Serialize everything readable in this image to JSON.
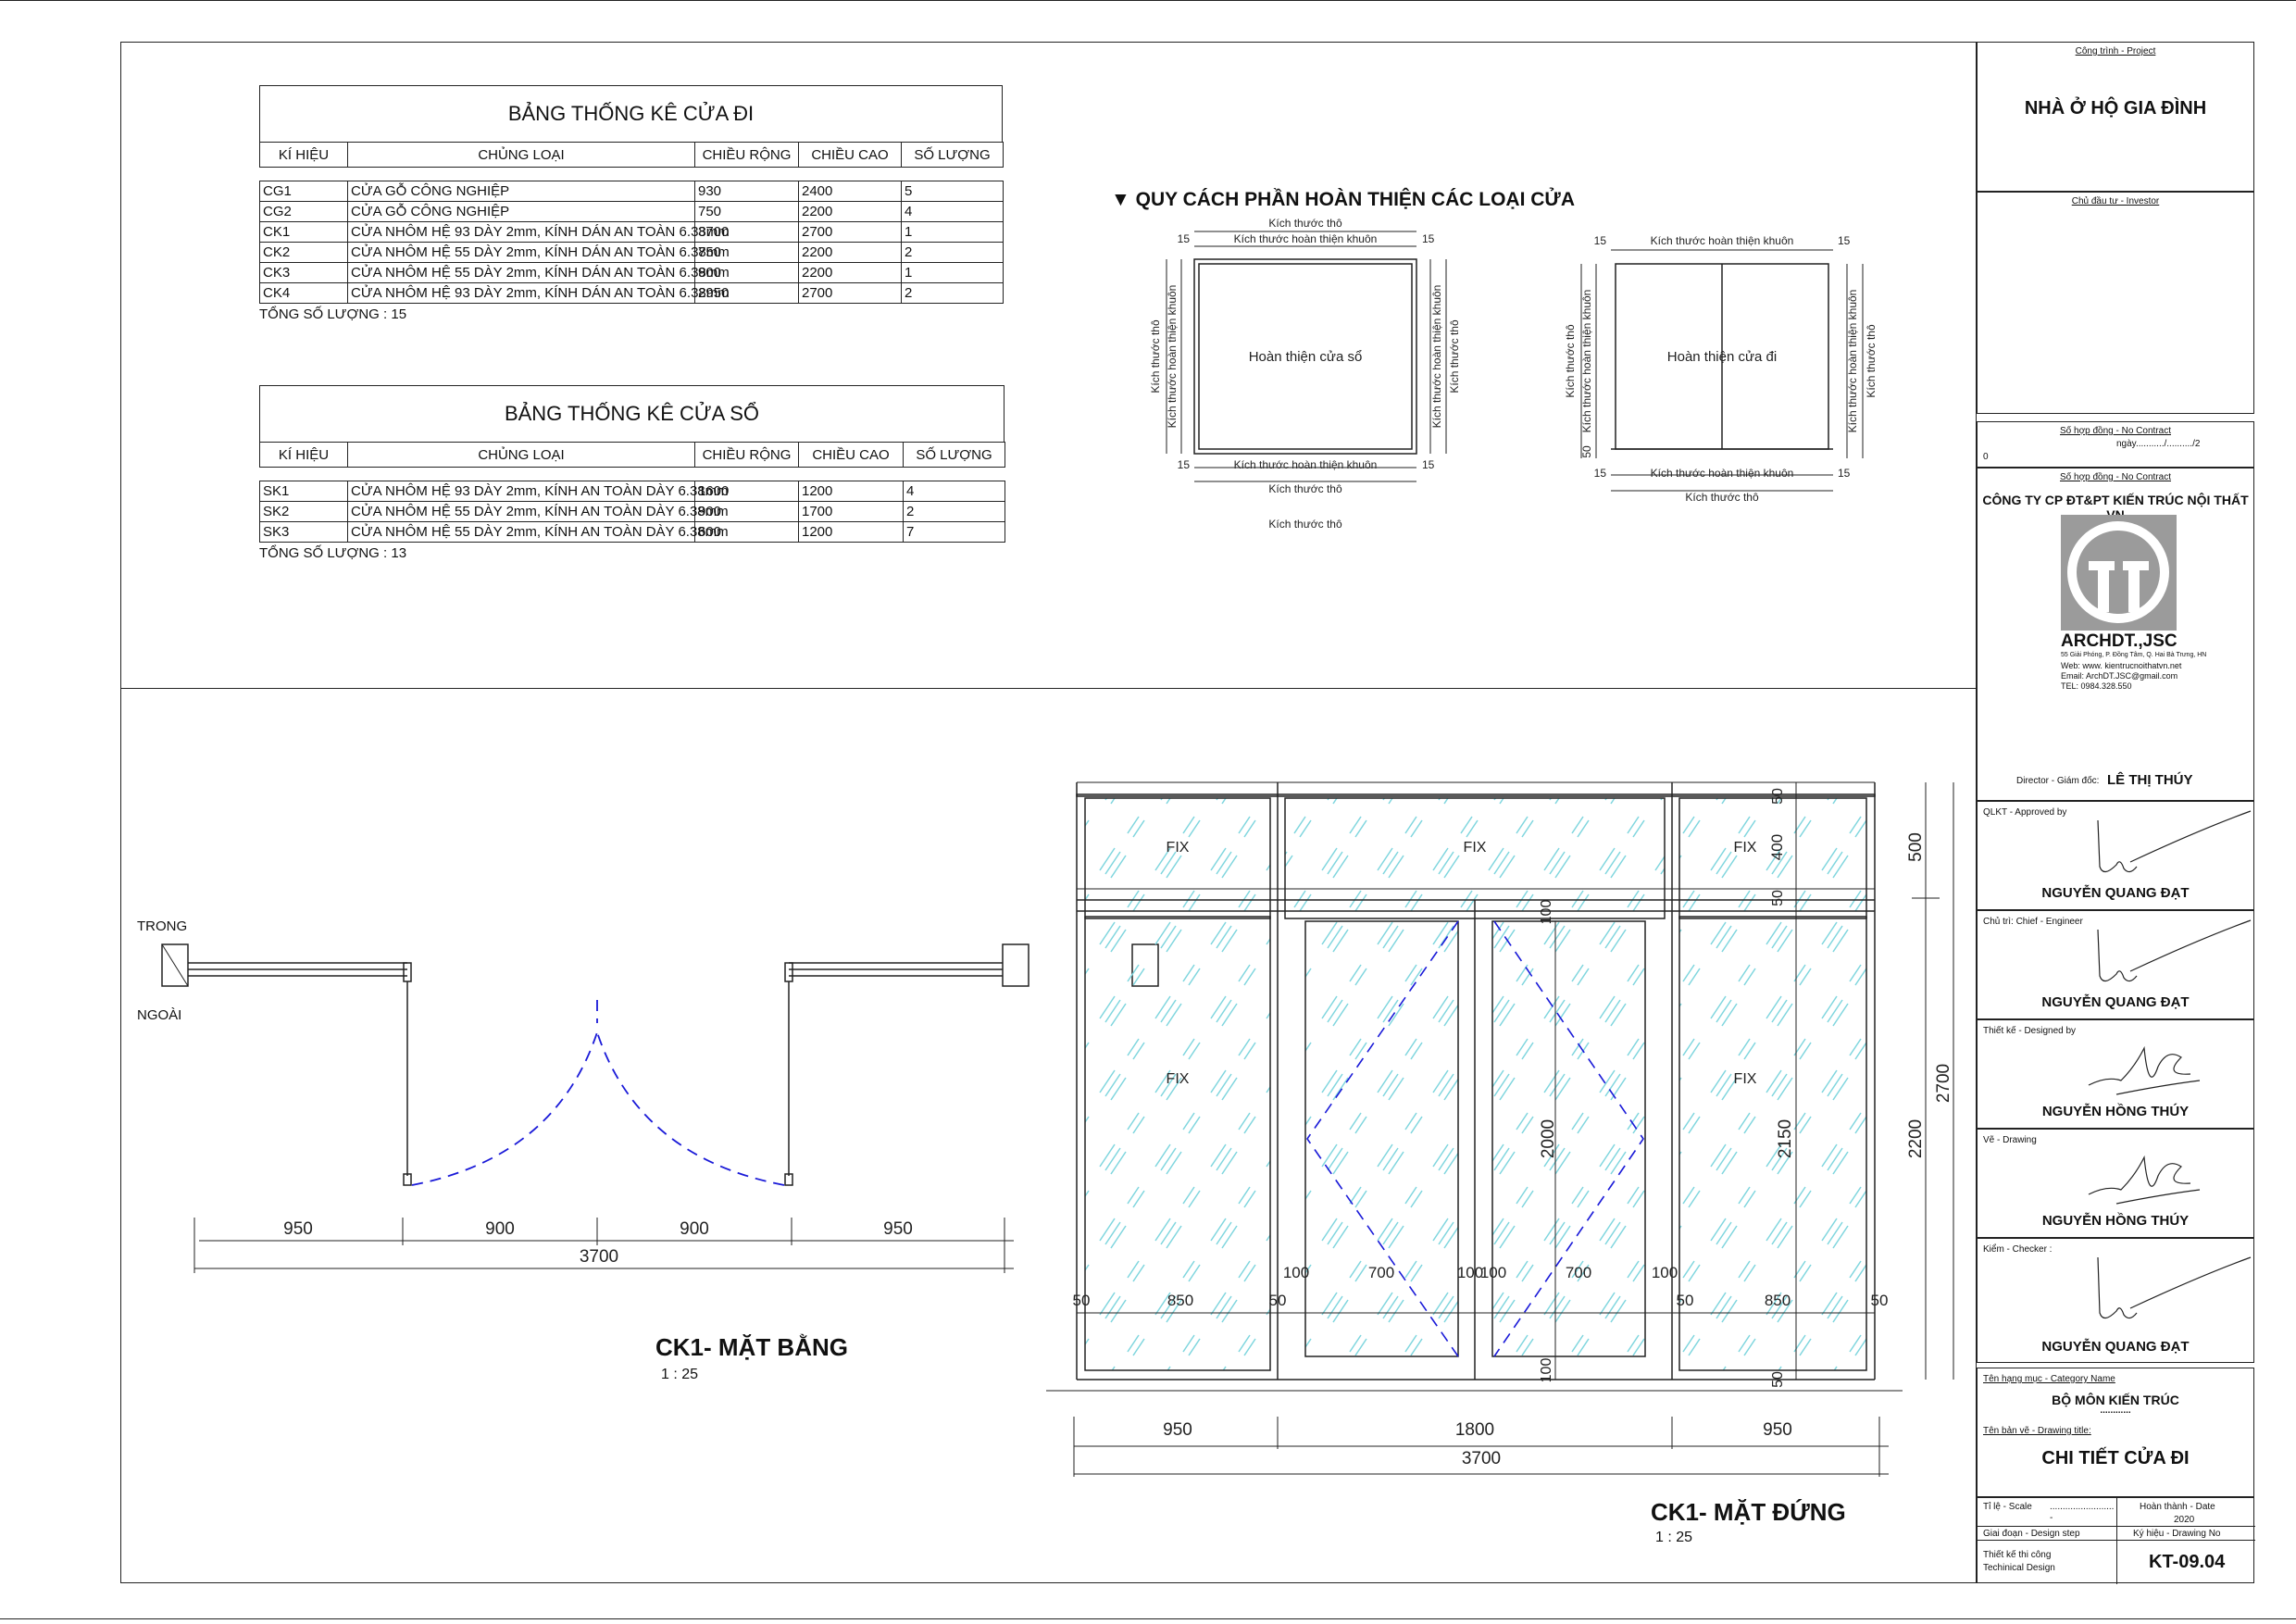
{
  "door_schedule": {
    "title": "BẢNG THỐNG KÊ CỬA ĐI",
    "headers": [
      "KÍ HIỆU",
      "CHỦNG LOẠI",
      "CHIỀU RỘNG",
      "CHIỀU CAO",
      "SỐ LƯỢNG"
    ],
    "rows": [
      [
        "CG1",
        "CỬA GỖ CÔNG NGHIỆP",
        "930",
        "2400",
        "5"
      ],
      [
        "CG2",
        "CỬA GỖ CÔNG NGHIỆP",
        "750",
        "2200",
        "4"
      ],
      [
        "CK1",
        "CỬA NHÔM HỆ 93 DÀY 2mm, KÍNH DÁN AN TOÀN 6.38mm",
        "3700",
        "2700",
        "1"
      ],
      [
        "CK2",
        "CỬA NHÔM HỆ 55 DÀY 2mm, KÍNH DÁN AN TOÀN 6.38mm",
        "750",
        "2200",
        "2"
      ],
      [
        "CK3",
        "CỬA NHÔM HỆ 55 DÀY 2mm, KÍNH DÁN AN TOÀN 6.38mm",
        "900",
        "2200",
        "1"
      ],
      [
        "CK4",
        "CỬA NHÔM HỆ 93 DÀY 2mm, KÍNH DÁN AN TOÀN 6.38mm",
        "2950",
        "2700",
        "2"
      ]
    ],
    "total": "TỔNG SỐ LƯỢNG : 15"
  },
  "window_schedule": {
    "title": "BẢNG THỐNG KÊ CỬA SỔ",
    "headers": [
      "KÍ HIỆU",
      "CHỦNG LOẠI",
      "CHIỀU RỘNG",
      "CHIỀU CAO",
      "SỐ LƯỢNG"
    ],
    "rows": [
      [
        "SK1",
        "CỬA NHÔM HỆ 93 DÀY 2mm, KÍNH AN TOÀN DÀY 6.38mm",
        "1600",
        "1200",
        "4"
      ],
      [
        "SK2",
        "CỬA NHÔM HỆ 55 DÀY 2mm, KÍNH AN TOÀN DÀY 6.38mm",
        "900",
        "1700",
        "2"
      ],
      [
        "SK3",
        "CỬA NHÔM HỆ 55 DÀY 2mm, KÍNH AN TOÀN DÀY 6.38mm",
        "600",
        "1200",
        "7"
      ]
    ],
    "total": "TỔNG SỐ LƯỢNG : 13"
  },
  "spec": {
    "title": "QUY CÁCH PHẦN HOÀN THIỆN CÁC LOẠI CỬA",
    "rough": "Kích thước thô",
    "frame": "Kích thước hoàn thiện khuôn",
    "window_label": "Hoàn thiện cửa sổ",
    "door_label": "Hoàn thiện cửa đi",
    "d15": "15",
    "d50": "50"
  },
  "plan": {
    "title": "CK1- MẶT BẰNG",
    "scale": "1 : 25",
    "inside": "TRONG",
    "outside": "NGOÀI",
    "dims": [
      "950",
      "900",
      "900",
      "950"
    ],
    "total": "3700"
  },
  "elevation": {
    "title": "CK1- MẶT ĐỨNG",
    "scale": "1 : 25",
    "fix": "FIX",
    "bottom_dims": [
      "950",
      "1800",
      "950"
    ],
    "total": "3700",
    "row_dims": [
      "50",
      "850",
      "50",
      "100",
      "700",
      "100",
      "100",
      "700",
      "100",
      "50",
      "850",
      "50"
    ],
    "right_dims": [
      "50",
      "400",
      "50",
      "2150",
      "50"
    ],
    "outer_dims": [
      "500",
      "2200",
      "2700"
    ],
    "leaf_dims": [
      "100",
      "2000",
      "100"
    ]
  },
  "title_block": {
    "project_label": "Công trình - Project",
    "project": "NHÀ Ở HỘ GIA ĐÌNH",
    "investor_label": "Chủ đầu tư - Investor",
    "contract_label": "Số hợp đồng - No Contract",
    "contract_date": "ngày.........../........../2",
    "contract_zero": "0",
    "contract_label2": "Số hợp đồng - No Contract",
    "company": "CÔNG TY CP ĐT&PT KIẾN TRÚC NỘI THẤT VN",
    "brand": "ARCHDT.,JSC",
    "address": "55 Giải Phóng, P. Đồng Tâm, Q. Hai Bà Trưng, HN",
    "web": "Web: www. kientrucnoithatvn.net",
    "email": "Email: ArchDT.JSC@gmail.com",
    "tel": "TEL: 0984.328.550",
    "director_label": "Director - Giám đốc:",
    "director": "LÊ THỊ THÚY",
    "approved_label": "QLKT - Approved by",
    "approved": "NGUYỄN QUANG ĐẠT",
    "chief_label": "Chủ trì: Chief - Engineer",
    "chief": "NGUYỄN QUANG ĐẠT",
    "designed_label": "Thiết kế - Designed by",
    "designed": "NGUYỄN HỒNG THÚY",
    "drawing_label": "Vẽ - Drawing",
    "drawing": "NGUYỄN HỒNG THÚY",
    "checker_label": "Kiểm - Checker :",
    "checker": "NGUYỄN QUANG ĐẠT",
    "category_label": "Tên hạng mục - Category Name",
    "category": "BỘ MÔN KIẾN TRÚC",
    "category_dots": "............",
    "title_label": "Tên bản vẽ - Drawing title:",
    "drawing_title": "CHI TIẾT CỬA ĐI",
    "scale_label": "Tỉ lệ - Scale",
    "date_label": "Hoàn thành - Date",
    "dots": ".........................",
    "dot": "-",
    "year": "2020",
    "step_label": "Giai đoạn - Design step",
    "drawing_no_label": "Ký hiệu - Drawing No",
    "step": "Thiết kế thi công",
    "step_en": "Techinical Design",
    "drawing_no": "KT-09.04"
  }
}
